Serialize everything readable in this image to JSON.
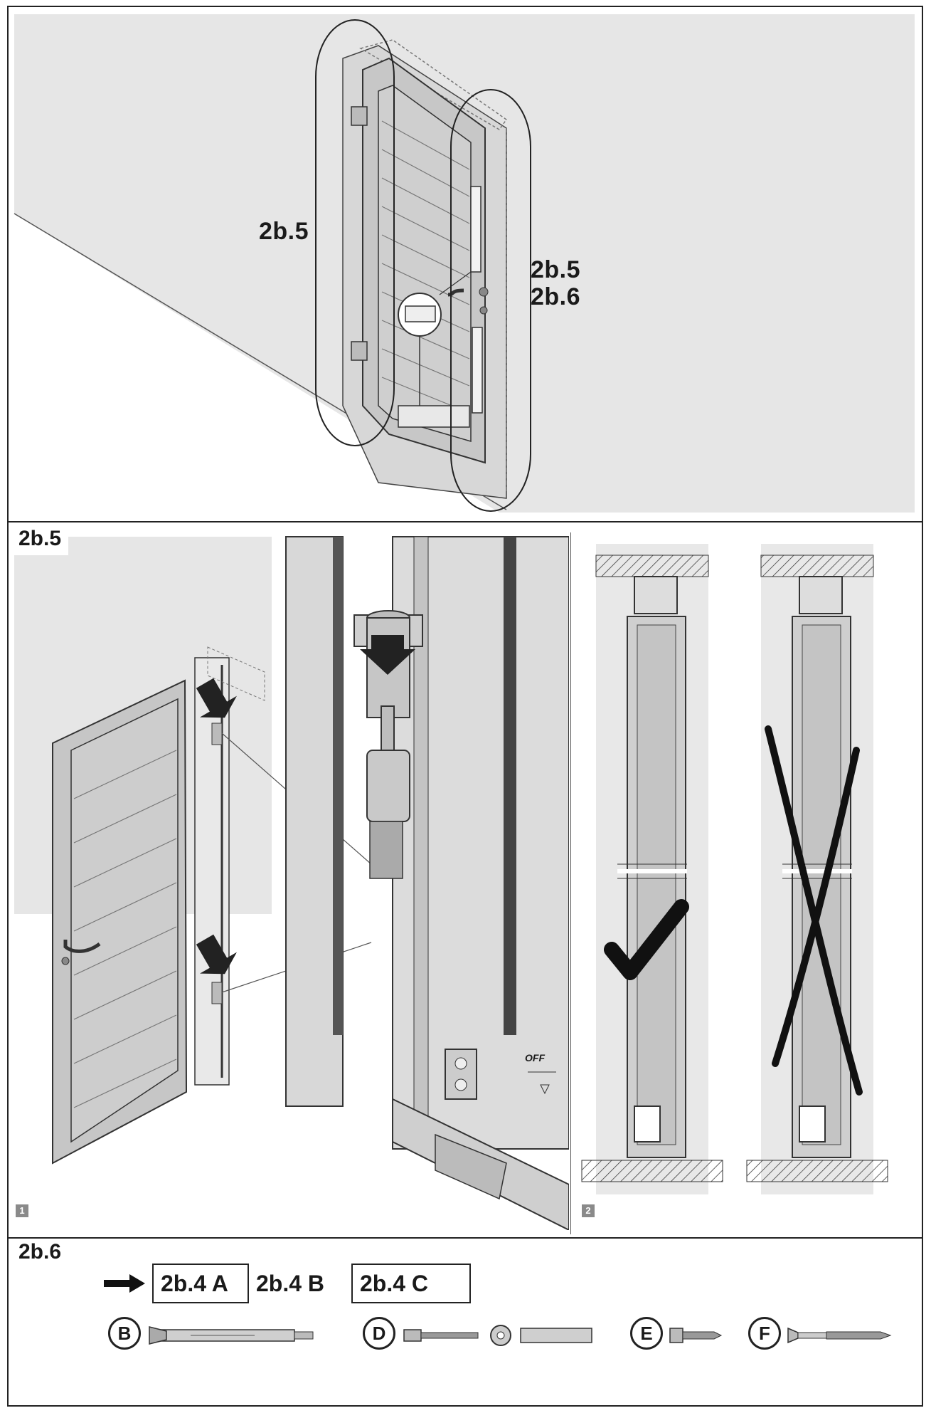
{
  "top_panel": {
    "callout_left": "2b.5",
    "callout_right_1": "2b.5",
    "callout_right_2": "2b.6"
  },
  "section_2b5": {
    "tag": "2b.5",
    "step1": "1",
    "step2": "2",
    "floor_label": "OFF"
  },
  "section_2b6": {
    "tag": "2b.6",
    "refs": [
      "2b.4 A",
      "2b.4 B",
      "2b.4 C"
    ],
    "parts": [
      "B",
      "D",
      "E",
      "F"
    ]
  },
  "colors": {
    "wall": "#e6e6e6",
    "frame": "#b9b9b9",
    "outline": "#222222",
    "accent_dark": "#3a3a3a"
  },
  "icons": [
    "arrow-right-icon",
    "arrow-down-icon",
    "checkmark-icon",
    "cross-icon",
    "level-icon"
  ]
}
